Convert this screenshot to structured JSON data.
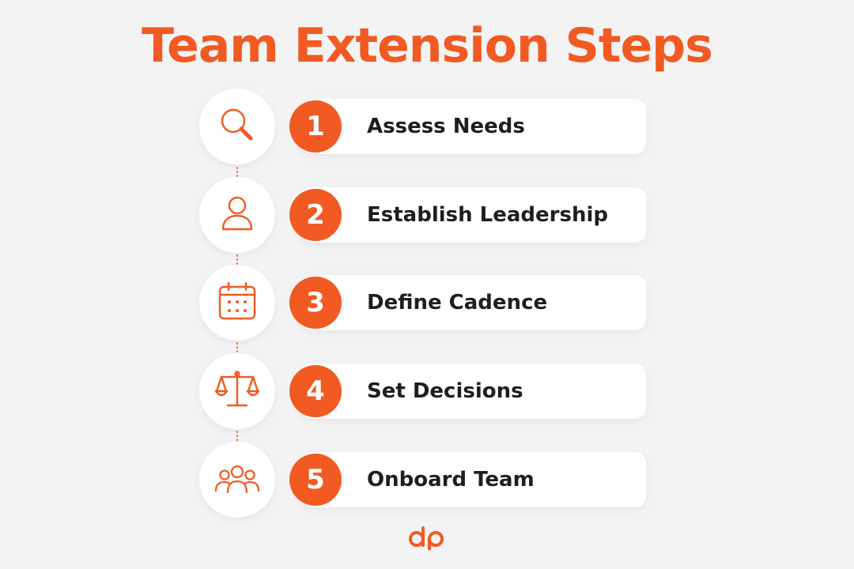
{
  "title": "Team Extension Steps",
  "steps": [
    {
      "number": "1",
      "label": "Assess Needs",
      "icon": "magnifying-glass-icon"
    },
    {
      "number": "2",
      "label": "Establish Leadership",
      "icon": "person-icon"
    },
    {
      "number": "3",
      "label": "Define Cadence",
      "icon": "calendar-icon"
    },
    {
      "number": "4",
      "label": "Set Decisions",
      "icon": "balance-scale-icon"
    },
    {
      "number": "5",
      "label": "Onboard Team",
      "icon": "team-group-icon"
    }
  ],
  "logo": {
    "text": "dp"
  },
  "colors": {
    "accent": "#f15a22",
    "background": "#f3f3f3",
    "card": "#ffffff",
    "text": "#1e1e1e"
  }
}
